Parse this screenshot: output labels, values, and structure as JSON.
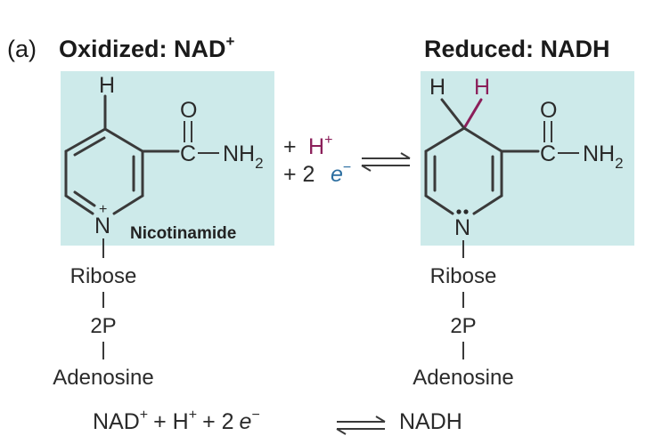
{
  "panel_label": "(a)",
  "left": {
    "title_prefix": "Oxidized: NAD",
    "title_sup": "+",
    "atom_h": "H",
    "atom_o": "O",
    "amide_c": "C",
    "amide_nh": "NH",
    "amide_sub": "2",
    "ring_n": "N",
    "n_charge": "+",
    "ring_name": "Nicotinamide",
    "ribose": "Ribose",
    "phosphate": "2P",
    "adenosine": "Adenosine"
  },
  "right": {
    "title": "Reduced: NADH",
    "atom_h1": "H",
    "atom_h2": "H",
    "atom_o": "O",
    "amide_c": "C",
    "amide_nh": "NH",
    "amide_sub": "2",
    "ring_n": "N",
    "ribose": "Ribose",
    "phosphate": "2P",
    "adenosine": "Adenosine"
  },
  "middle": {
    "proton_plus": "+",
    "proton": "H",
    "proton_sup": "+",
    "electron_plus": "+ 2",
    "electron": "e",
    "electron_sup": "−"
  },
  "equation": {
    "nad": "NAD",
    "nad_sup": "+",
    "plus_h": "+ H",
    "h_sup": "+",
    "plus_e": "+ 2",
    "e": "e",
    "e_sup": "−",
    "product": "NADH"
  },
  "colors": {
    "box_fill": "#cdeaea",
    "proton": "#8b1f5a",
    "electron": "#2c6ea0",
    "text": "#2a2a2a"
  }
}
